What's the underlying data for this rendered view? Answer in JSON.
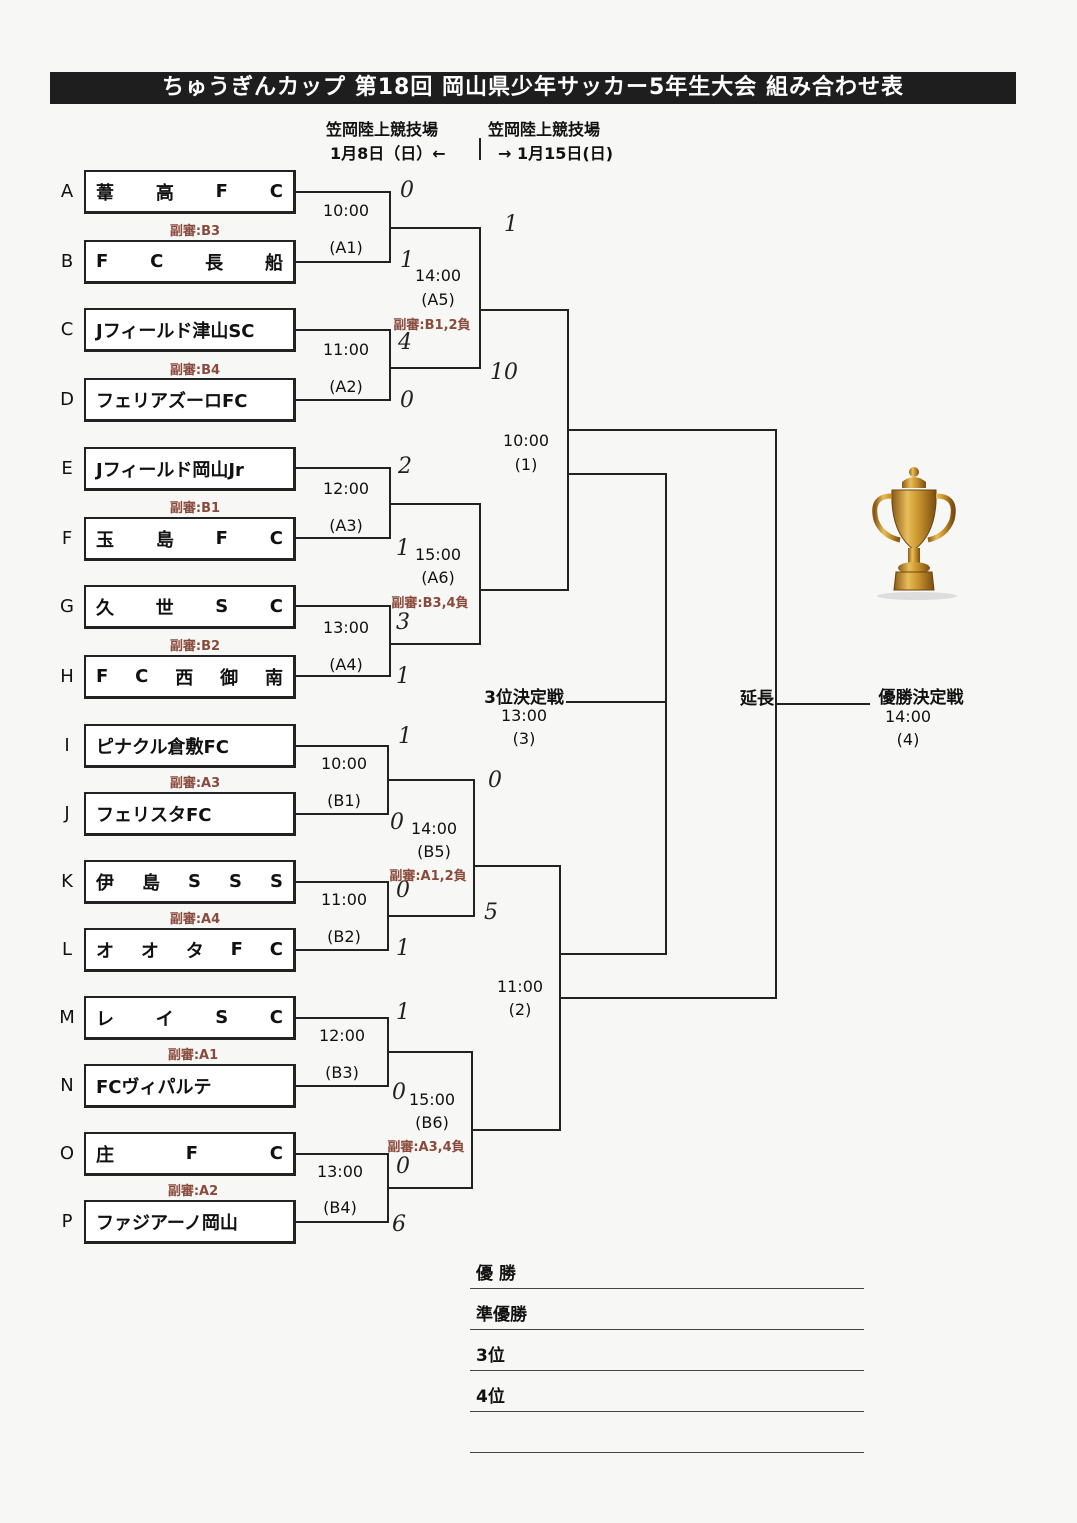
{
  "title": "ちゅうぎんカップ 第18回 岡山県少年サッカー5年生大会 組み合わせ表",
  "venues": {
    "day1_venue": "笠岡陸上競技場",
    "day1_date": "1月8日（日）←",
    "day2_venue": "笠岡陸上競技場",
    "day2_date": "→ 1月15日(日)"
  },
  "teams": [
    {
      "letter": "A",
      "name": "葦高FC"
    },
    {
      "letter": "B",
      "name": "FC長船"
    },
    {
      "letter": "C",
      "name": "Jフィールド津山SC"
    },
    {
      "letter": "D",
      "name": "フェリアズーロFC"
    },
    {
      "letter": "E",
      "name": "Jフィールド岡山Jr"
    },
    {
      "letter": "F",
      "name": "玉島FC"
    },
    {
      "letter": "G",
      "name": "久世SC"
    },
    {
      "letter": "H",
      "name": "FC西御南"
    },
    {
      "letter": "I",
      "name": "ピナクル倉敷FC"
    },
    {
      "letter": "J",
      "name": "フェリスタFC"
    },
    {
      "letter": "K",
      "name": "伊島SSS"
    },
    {
      "letter": "L",
      "name": "オオタFC"
    },
    {
      "letter": "M",
      "name": "レイSC"
    },
    {
      "letter": "N",
      "name": "FCヴィパルテ"
    },
    {
      "letter": "O",
      "name": "庄FC"
    },
    {
      "letter": "P",
      "name": "ファジアーノ岡山"
    }
  ],
  "round1": [
    {
      "time": "10:00",
      "code": "(A1)",
      "ref": "副審:B3",
      "score_top": "0",
      "score_bottom": "1"
    },
    {
      "time": "11:00",
      "code": "(A2)",
      "ref": "副審:B4",
      "score_top": "4",
      "score_bottom": "0"
    },
    {
      "time": "12:00",
      "code": "(A3)",
      "ref": "副審:B1",
      "score_top": "2",
      "score_bottom": "1"
    },
    {
      "time": "13:00",
      "code": "(A4)",
      "ref": "副審:B2",
      "score_top": "3",
      "score_bottom": "1"
    },
    {
      "time": "10:00",
      "code": "(B1)",
      "ref": "副審:A3",
      "score_top": "1",
      "score_bottom": "0"
    },
    {
      "time": "11:00",
      "code": "(B2)",
      "ref": "副審:A4",
      "score_top": "0",
      "score_bottom": "1"
    },
    {
      "time": "12:00",
      "code": "(B3)",
      "ref": "副審:A1",
      "score_top": "1",
      "score_bottom": "0"
    },
    {
      "time": "13:00",
      "code": "(B4)",
      "ref": "副審:A2",
      "score_top": "0",
      "score_bottom": "6"
    }
  ],
  "round2": [
    {
      "time": "14:00",
      "code": "(A5)",
      "ref": "副審:B1,2負",
      "score_top": "1",
      "score_bottom": "10"
    },
    {
      "time": "15:00",
      "code": "(A6)",
      "ref": "副審:B3,4負"
    },
    {
      "time": "14:00",
      "code": "(B5)",
      "ref": "副審:A1,2負",
      "score_top": "0",
      "score_bottom": "5"
    },
    {
      "time": "15:00",
      "code": "(B6)",
      "ref": "副審:A3,4負"
    }
  ],
  "semis": [
    {
      "time": "10:00",
      "code": "(1)"
    },
    {
      "time": "11:00",
      "code": "(2)"
    }
  ],
  "third_place": {
    "label": "3位決定戦",
    "time": "13:00",
    "code": "(3)"
  },
  "final": {
    "label": "優勝決定戦",
    "time": "14:00",
    "code": "(4)",
    "extension": "延長"
  },
  "results": {
    "first": "優 勝",
    "second": "準優勝",
    "third": "3位",
    "fourth": "4位"
  },
  "colors": {
    "title_bg": "#1e1e1e",
    "ref_text": "#8a4a3c",
    "trophy_gold": "#c9952e"
  }
}
